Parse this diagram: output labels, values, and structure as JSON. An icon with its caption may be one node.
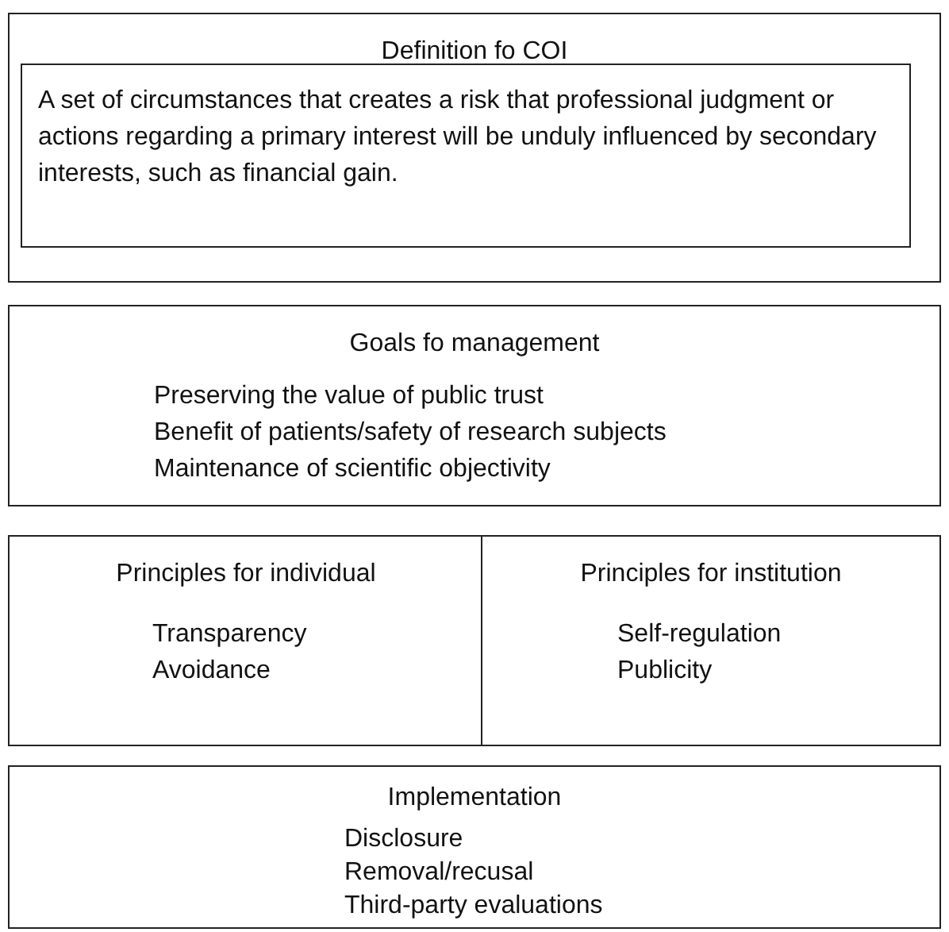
{
  "diagram": {
    "nodes": [
      {
        "text": [
          "Definition fo COI"
        ]
      },
      {
        "text": [
          "A set of circumstances that creates a risk that professional judgment or actions regarding a primary interest will be unduly influenced by secondary interests, such as financial gain."
        ],
        "in": 0
      },
      {
        "text": [
          "Goals fo management",
          "Preserving the value of public trust",
          "Benefit of patients/safety of research subjects",
          "Maintenance of scientific objectivity"
        ]
      },
      {
        "text": [
          "Principles for individual",
          "Transparency",
          "Avoidance"
        ]
      },
      {
        "text": [
          "Principles for institution",
          "Self-regulation",
          "Publicity"
        ]
      },
      {
        "text": [
          "Implementation",
          "Disclosure",
          "Removal/recusal",
          "Third-party evaluations"
        ]
      }
    ]
  }
}
